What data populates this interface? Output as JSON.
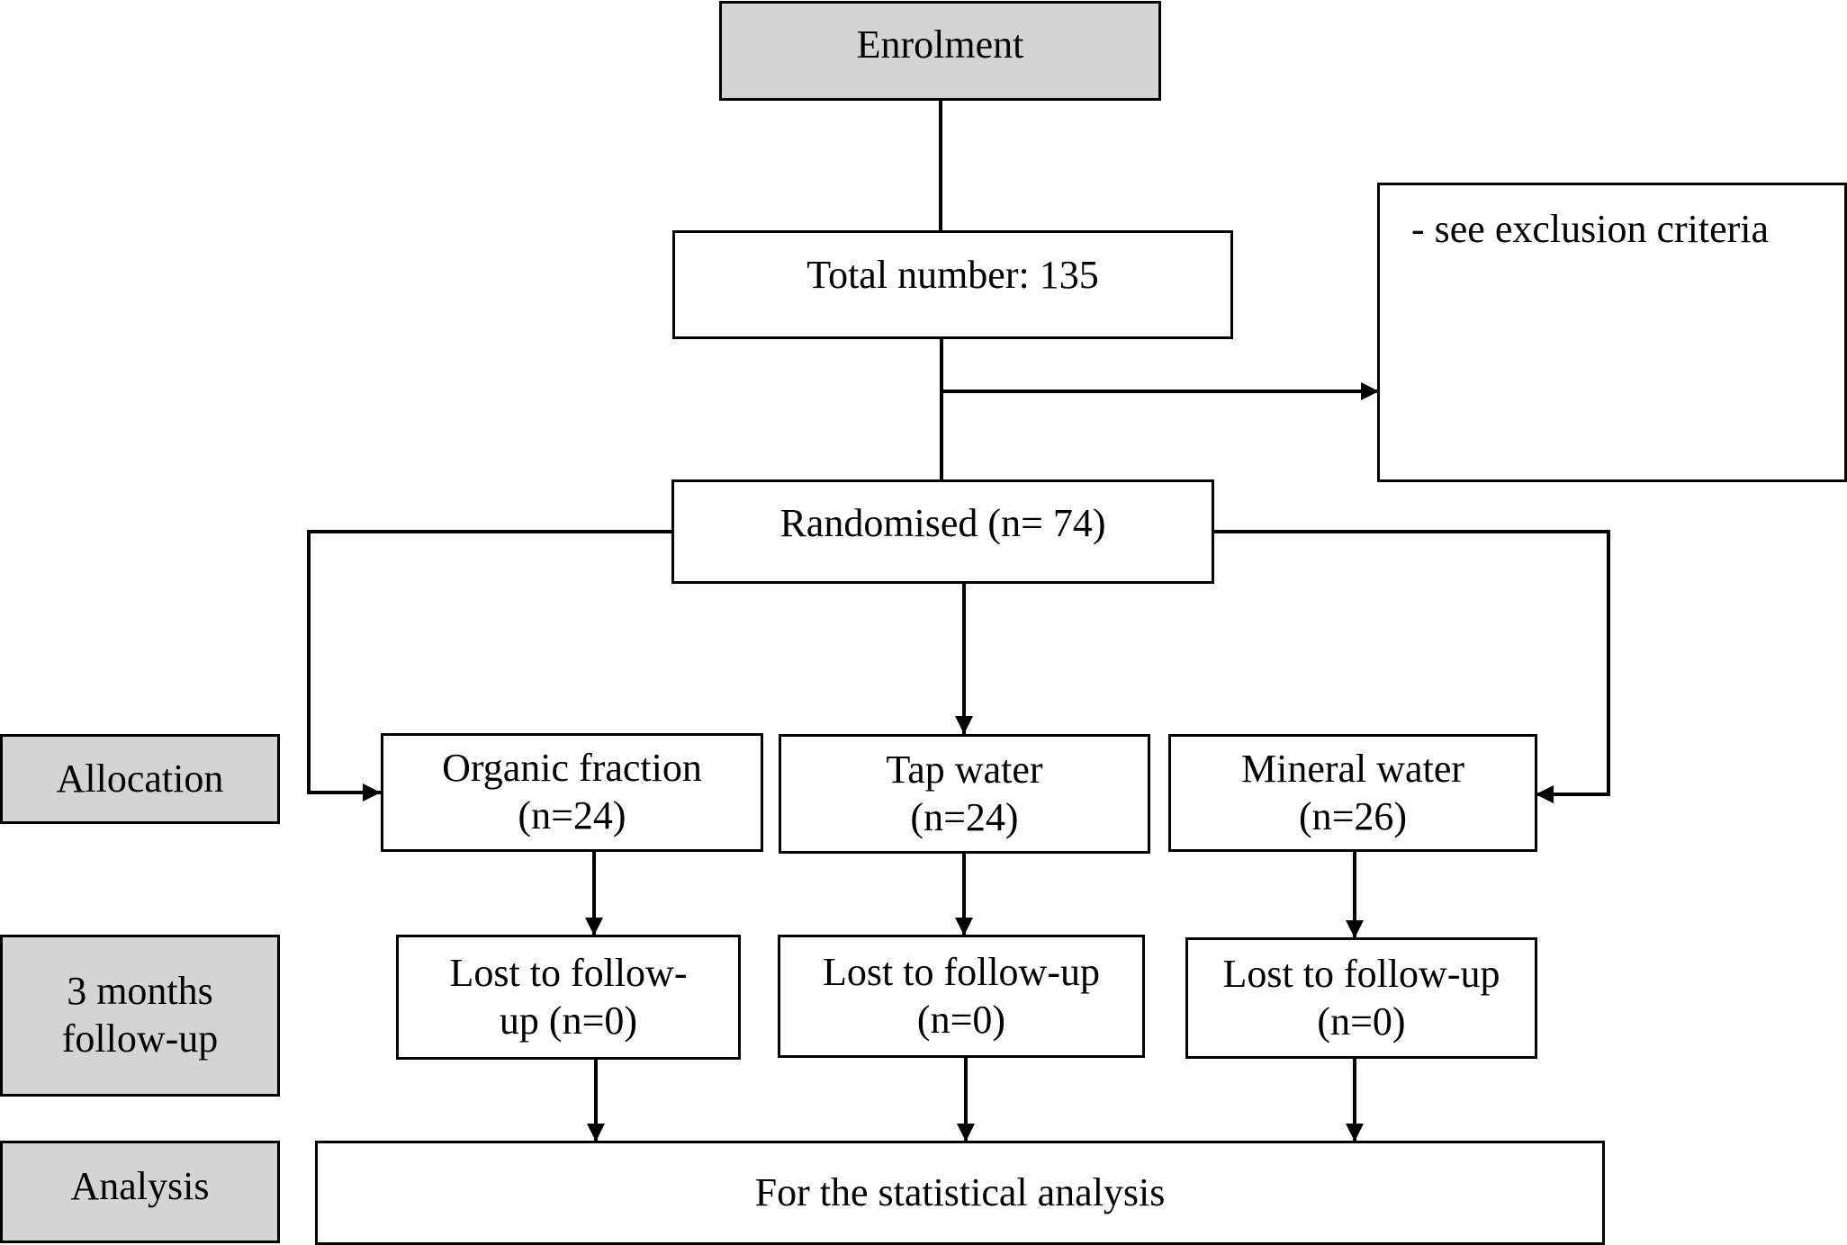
{
  "stages": {
    "enrolment": "Enrolment",
    "allocation": "Allocation",
    "followup": {
      "line1": "3 months",
      "line2": "follow-up"
    },
    "analysis": "Analysis"
  },
  "total": "Total number: 135",
  "exclusion": "- see exclusion criteria",
  "randomised": "Randomised (n= 74)",
  "arms": [
    {
      "name": "Organic fraction",
      "n": "(n=24)",
      "lost_line1": "Lost to follow-",
      "lost_line2": "up (n=0)"
    },
    {
      "name": "Tap water",
      "n": "(n=24)",
      "lost_line1": "Lost to follow-up",
      "lost_line2": "(n=0)"
    },
    {
      "name": "Mineral water",
      "n": "(n=26)",
      "lost_line1": "Lost to follow-up",
      "lost_line2": "(n=0)"
    }
  ],
  "analysis_box": "For the statistical analysis"
}
